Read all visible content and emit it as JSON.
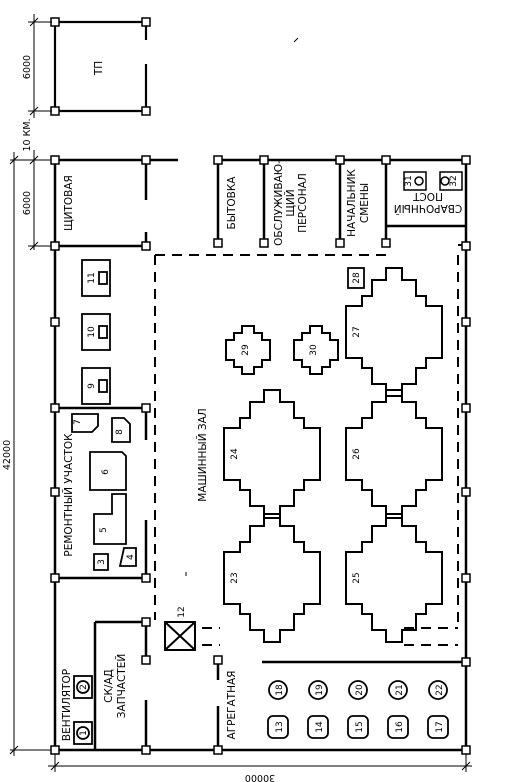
{
  "rooms": {
    "tp": "ТП",
    "shchitovaya": "ЩИТОВАЯ",
    "bytovka": "БЫТОВКА",
    "staff_line1": "ОБСЛУЖИВАЮ-",
    "staff_line2": "ЩИЙ",
    "staff_line3": "ПЕРСОНАЛ",
    "chief_line1": "НАЧАЛЬНИК",
    "chief_line2": "СМЕНЫ",
    "weld_line1": "СВАРОЧНЫЙ",
    "weld_line2": "ПОСТ",
    "repair": "РЕМОНТНЫЙ УЧАСТОК",
    "machine_hall": "МАШИННЫЙ ЗАЛ",
    "aggregate": "АГРЕГАТНАЯ",
    "ventilator": "ВЕНТИЛЯТОР",
    "stock_line1": "СК/АД",
    "stock_line2": "ЗАПЧАСТЕЙ"
  },
  "dimensions": {
    "tp_height": "6000",
    "gap": "10 КМ.",
    "shchit_height": "6000",
    "building_length": "42000",
    "building_width": "30000"
  },
  "equipment": {
    "n1": "1",
    "n2": "2",
    "n3": "3",
    "n4": "4",
    "n5": "5",
    "n6": "6",
    "n7": "7",
    "n8": "8",
    "n9": "9",
    "n10": "10",
    "n11": "11",
    "n12": "12",
    "n13": "13",
    "n14": "14",
    "n15": "15",
    "n16": "16",
    "n17": "17",
    "n18": "18",
    "n19": "19",
    "n20": "20",
    "n21": "21",
    "n22": "22",
    "n23": "23",
    "n24": "24",
    "n25": "25",
    "n26": "26",
    "n27": "27",
    "n28": "28",
    "n29": "29",
    "n30": "30",
    "n31": "31",
    "n32": "32"
  }
}
